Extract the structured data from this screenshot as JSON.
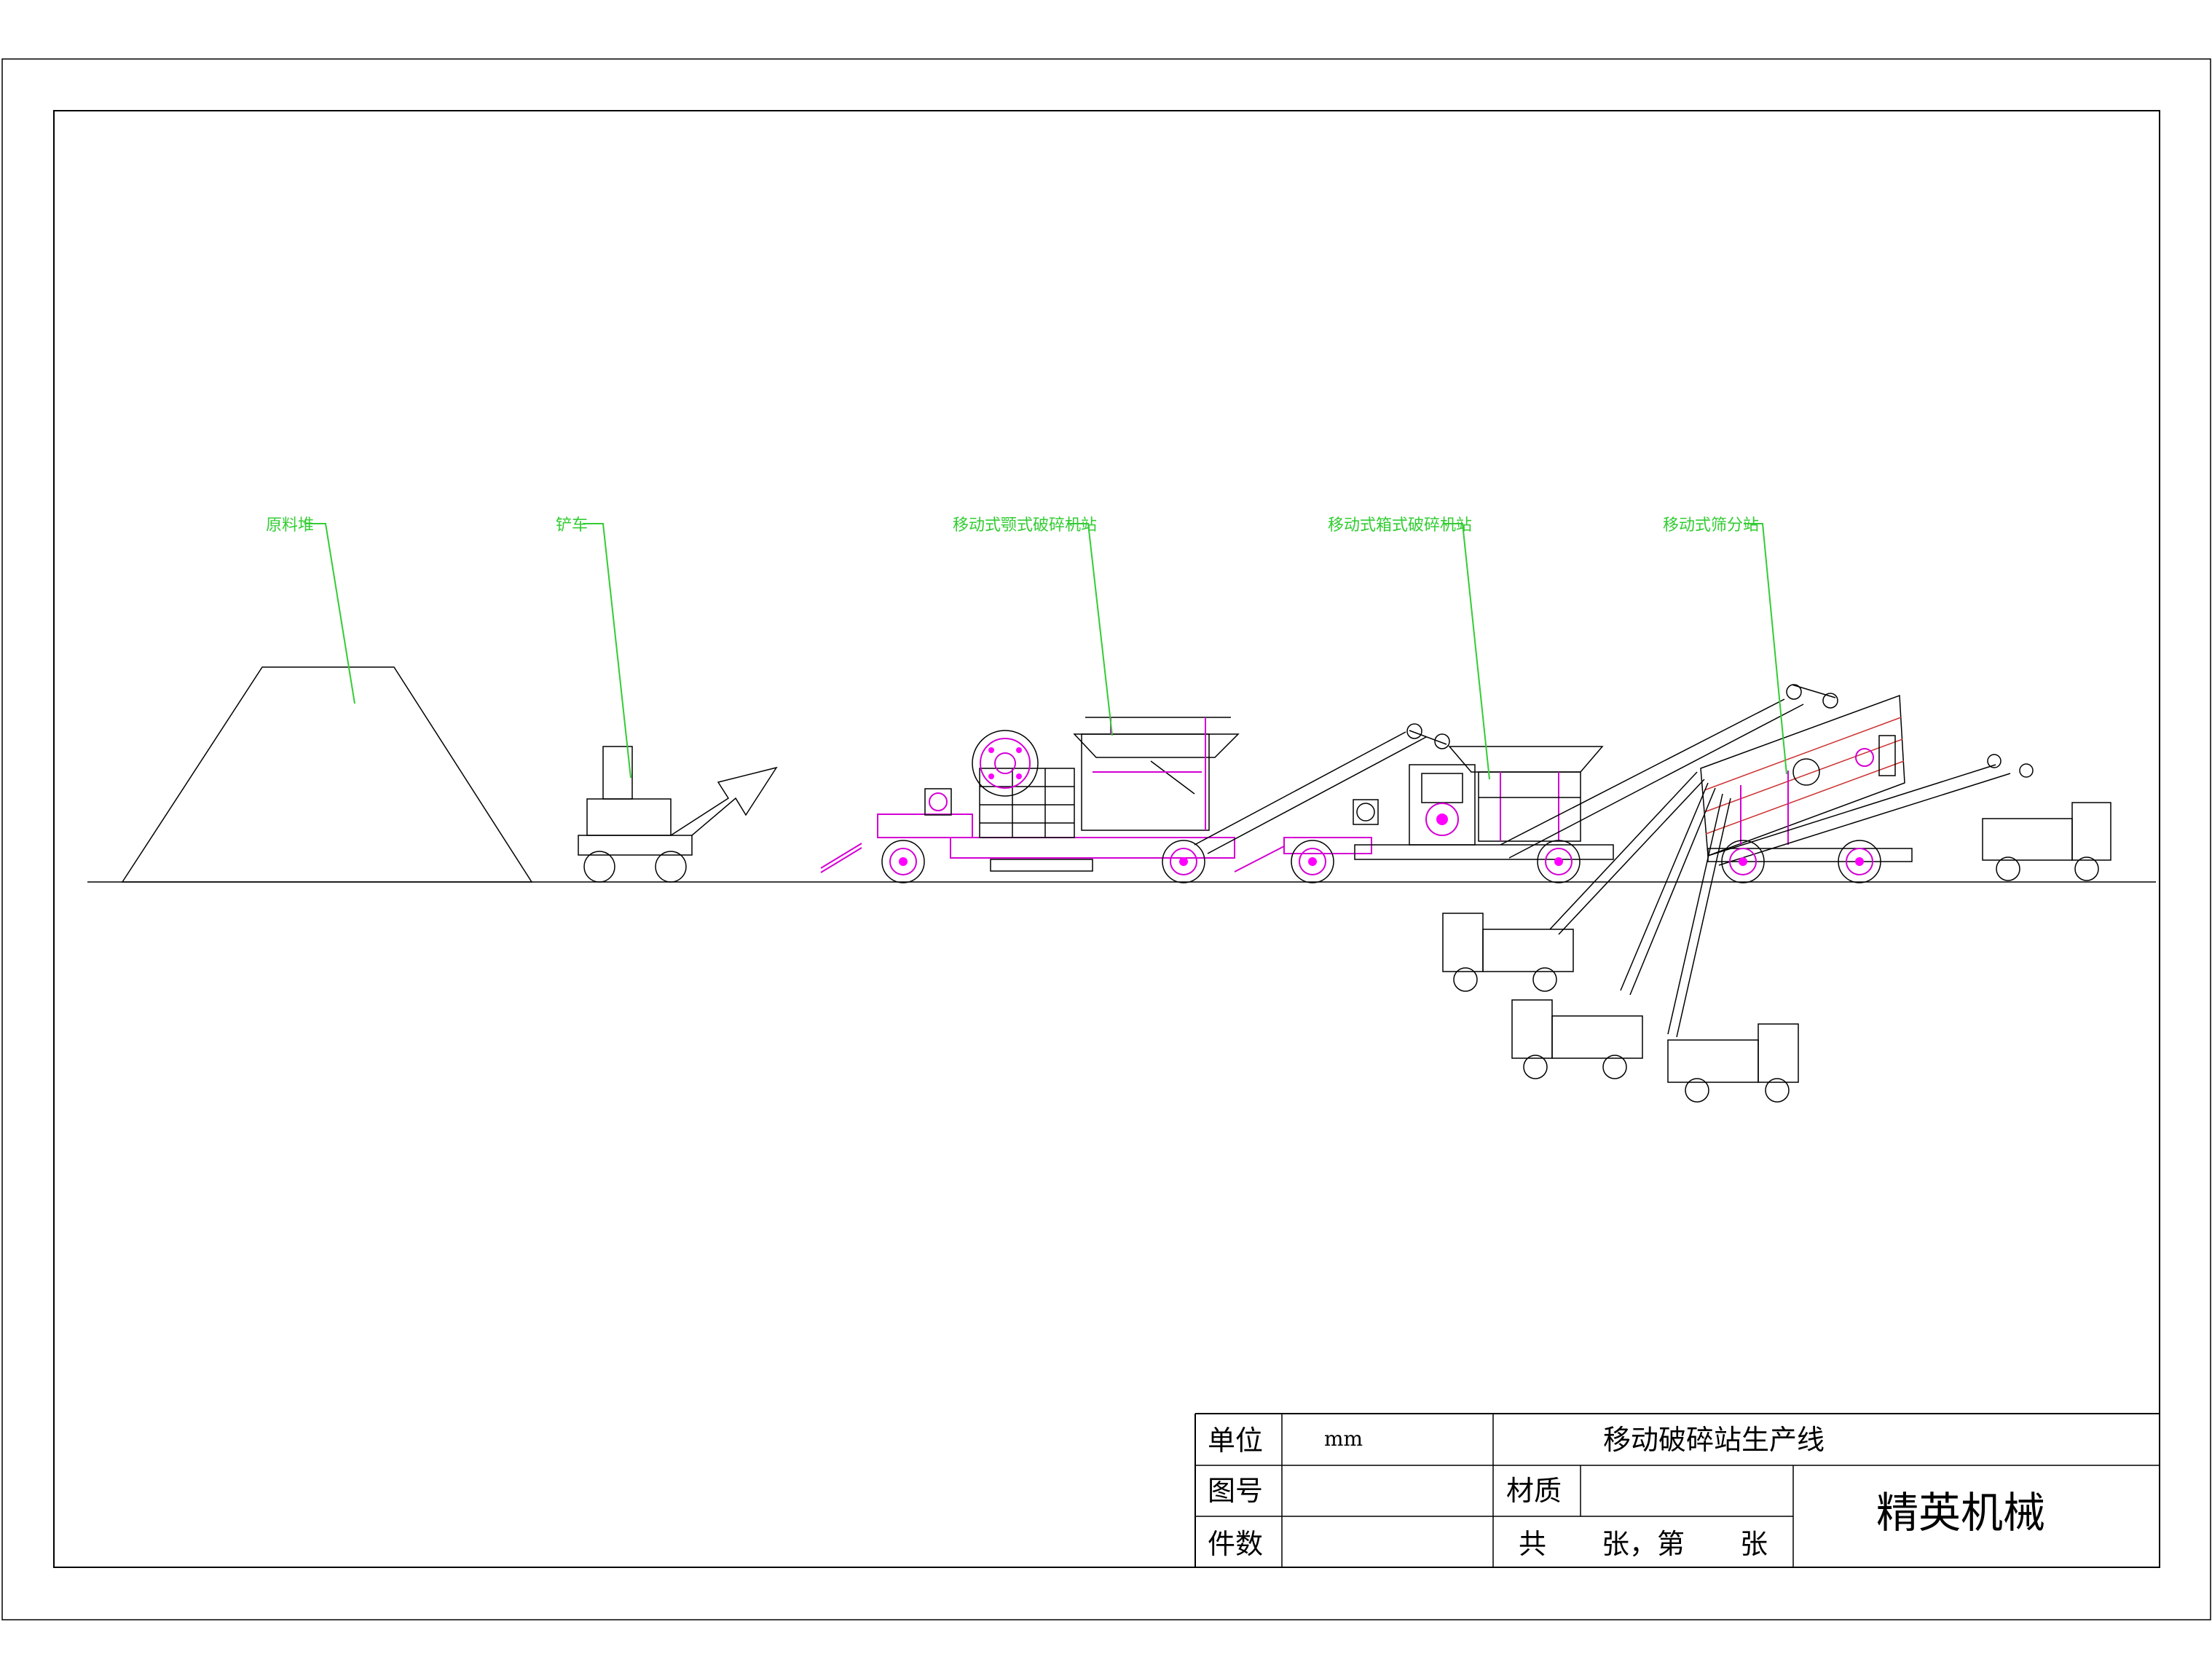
{
  "labels": {
    "raw_pile": "原料堆",
    "loader": "铲车",
    "jaw_station": "移动式颚式破碎机站",
    "impact_station": "移动式箱式破碎机站",
    "screen_station": "移动式筛分站"
  },
  "title_block": {
    "unit_label": "单位",
    "unit_value": "mm",
    "drawing_no_label": "图号",
    "drawing_no_value": "",
    "quantity_label": "件数",
    "quantity_value": "",
    "title": "移动破碎站生产线",
    "material_label": "材质",
    "material_value": "",
    "sheets_text": "共　　张，第　　张",
    "company": "精英机械"
  },
  "colors": {
    "line": "#000000",
    "leader": "#33cc33",
    "machine_accent": "#d400d4",
    "hinge_dot": "#ff00ff"
  }
}
